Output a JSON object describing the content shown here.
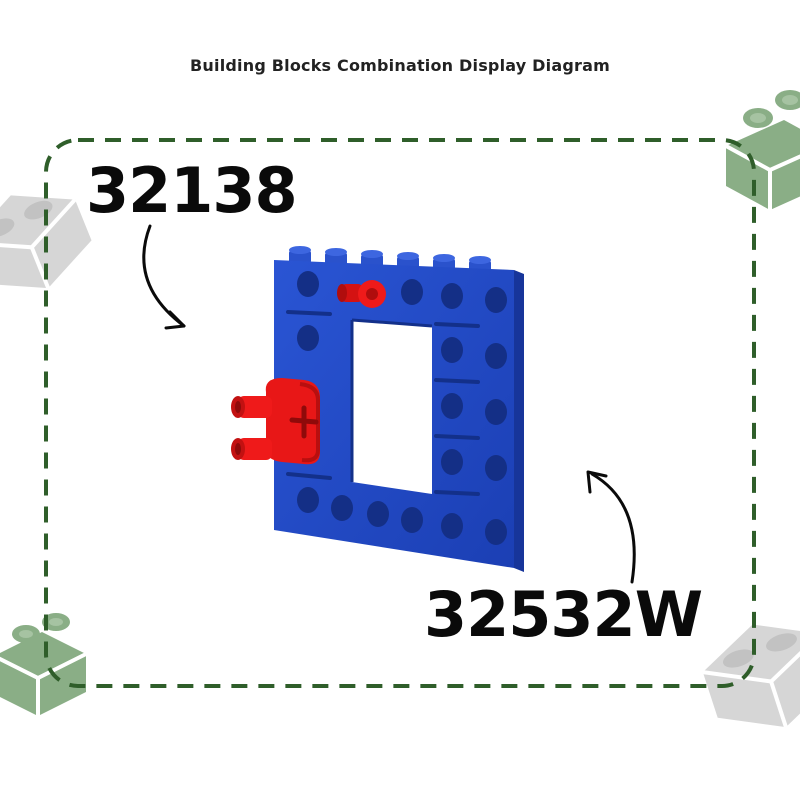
{
  "title": "Building Blocks Combination Display Diagram",
  "labels": {
    "part_a": "32138",
    "part_b": "32532W"
  },
  "colors": {
    "frame_border": "#2f5e2a",
    "frame_blue": "#1f48c8",
    "pin_red": "#ef1a1a",
    "deco_green": "#8aae86",
    "deco_gray": "#d4d4d4",
    "text": "#0a0a0a"
  }
}
